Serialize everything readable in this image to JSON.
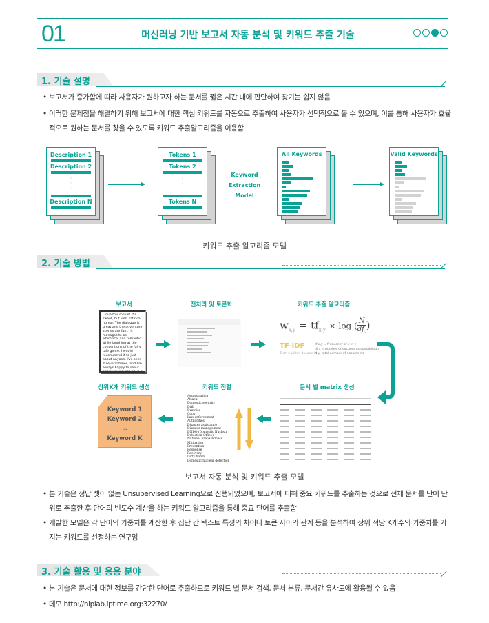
{
  "header": {
    "number": "01",
    "title": "머신러닝 기반 보고서 자동 분석 및 키워드 추출 기술",
    "page_dots": [
      false,
      false,
      true,
      false
    ]
  },
  "section1": {
    "heading": "1. 기술 설명",
    "bullets": [
      "보고서가 증가함에 따라 사용자가 원하고자 하는 문서를 짧은 시간 내에 판단하여 찾기는 쉽지 않음",
      "이러한 문제점을 해결하기 위해 보고서에 대한 핵심 키워드를 자동으로 추출하여 사용자가 선택적으로 볼 수 있으며, 이를 통해 사용자가 효율적으로 원하는 문서를 찾을 수 있도록 키워드 추출알고리즘을 이용함"
    ],
    "diagram": {
      "descriptions": [
        "Description 1",
        "Description 2",
        "Description N"
      ],
      "tokens": [
        "Tokens 1",
        "Tokens 2",
        "Tokens N"
      ],
      "model": [
        "Keyword",
        "Extraction",
        "Model"
      ],
      "all_keywords": "All Keywords",
      "valid_keywords": "Valid Keywords",
      "caption": "키워드 추출 알고리즘 모델"
    }
  },
  "section2": {
    "heading": "2. 기술 방법",
    "flow": {
      "report_label": "보고서",
      "report_text": "I love this movie! It's sweet, but with satirical humor. The dialogue is great and the adventure scenes are fun... It manages to be whimsical and romantic while laughing at the conventions of the fairy tale genre. I would recommend it to just about anyone. I've seen it several times, and I'm always happy to see it again whenever I have a friend who hasn't seen it yet!",
      "preprocess_label": "전처리 및 토큰화",
      "algorithm_label": "키워드 추출 알고리즘",
      "formula": {
        "lhs": "w",
        "lhs_sub": "x,y",
        "eq": "= tf",
        "tf_sub": "x,y",
        "times": "× log (",
        "num": "N",
        "den": "df",
        "den_sub": "x",
        "close": ")",
        "tfidf": "TF-IDF",
        "tfidf_sub": "Term x within document y",
        "legend": [
          "tf x,y = frequency of x in y",
          "df x = number of documents containing x",
          "N = total number of documents"
        ]
      },
      "matrix_label": "문서 별 matrix 생성",
      "sort_label": "키워드 정렬",
      "sort_list": [
        "Assassination",
        "Attack",
        "Domestic security",
        "Drill",
        "Exercise",
        "Cops",
        "Law enforcement",
        "Authorities",
        "Disaster assistance",
        "Disaster management",
        "DNDO (Domestic Nuclear",
        "Detection Office)",
        "National preparedness",
        "Mitigation",
        "Prevention",
        "Response",
        "Recovery",
        "Dirty bomb",
        "Domestic nuclear detection"
      ],
      "topk_label": "상위K개 키워드 생성",
      "topk": [
        "Keyword 1",
        "Keyword 2",
        "...",
        "Keyword K"
      ]
    },
    "caption": "보고서 자동 분석 및 키워드 추출 모델",
    "bullets": [
      "본 기술은 정답 셋이 없는 Unsupervised Learning으로 진행되었으며, 보고서에 대해 중요 키워드를 추출하는 것으로 전체 문서를 단어 단위로 추출한 후 단어의 빈도수 계산을 하는 키워드 알고리즘을 통해 중요 단어를 추출함",
      "개발한 모델은 각 단어의 가중치를 계산한 후 집단 간 텍스트 특성의 차이나 토큰 사이의 관계 등을 분석하여 상위 적당 K개수의 가중치를 가지는 키워드를 선정하는 연구임"
    ]
  },
  "section3": {
    "heading": "3. 기술 활용 및 응용 분야",
    "bullets": [
      "본 기술은 문서에 대한 정보를 간단한 단어로 추출하므로 키워드 별 문서 검색, 문서 분류, 문서간 유사도에 활용될 수 있음",
      "데모 http://nlplab.iptime.org:32270/"
    ]
  },
  "colors": {
    "accent": "#0aa294",
    "orange": "#f5b87f",
    "arrow_orange": "#f0b030"
  }
}
